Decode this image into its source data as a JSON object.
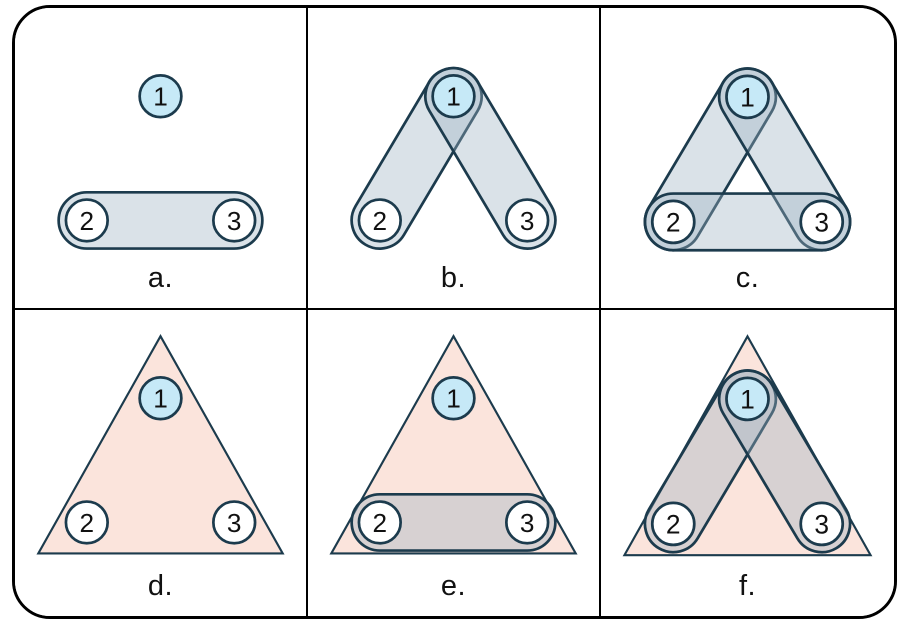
{
  "figure": {
    "kind": "hypergraph-vs-graph-diagram",
    "colors": {
      "background": "#ffffff",
      "frame_border": "#000000",
      "outline": "#1c3b4d",
      "pair_edge_fill": "rgba(158,178,194,0.38)",
      "triangle_fill": "#fbe4dc",
      "node_fill": "#ffffff",
      "node_1_fill": "#c6e9f7",
      "label_color": "#111111",
      "digit_color": "#111111"
    },
    "panels": [
      {
        "id": "a",
        "label": "a.",
        "nodes": [
          "1",
          "2",
          "3"
        ],
        "pair_edges": [
          [
            "2",
            "3"
          ]
        ],
        "has_triangle": false
      },
      {
        "id": "b",
        "label": "b.",
        "nodes": [
          "1",
          "2",
          "3"
        ],
        "pair_edges": [
          [
            "1",
            "2"
          ],
          [
            "1",
            "3"
          ]
        ],
        "has_triangle": false
      },
      {
        "id": "c",
        "label": "c.",
        "nodes": [
          "1",
          "2",
          "3"
        ],
        "pair_edges": [
          [
            "1",
            "2"
          ],
          [
            "1",
            "3"
          ],
          [
            "2",
            "3"
          ]
        ],
        "has_triangle": false
      },
      {
        "id": "d",
        "label": "d.",
        "nodes": [
          "1",
          "2",
          "3"
        ],
        "pair_edges": [],
        "has_triangle": true
      },
      {
        "id": "e",
        "label": "e.",
        "nodes": [
          "1",
          "2",
          "3"
        ],
        "pair_edges": [
          [
            "2",
            "3"
          ]
        ],
        "has_triangle": true
      },
      {
        "id": "f",
        "label": "f.",
        "nodes": [
          "1",
          "2",
          "3"
        ],
        "pair_edges": [
          [
            "1",
            "2"
          ],
          [
            "1",
            "3"
          ]
        ],
        "has_triangle": true
      }
    ]
  }
}
